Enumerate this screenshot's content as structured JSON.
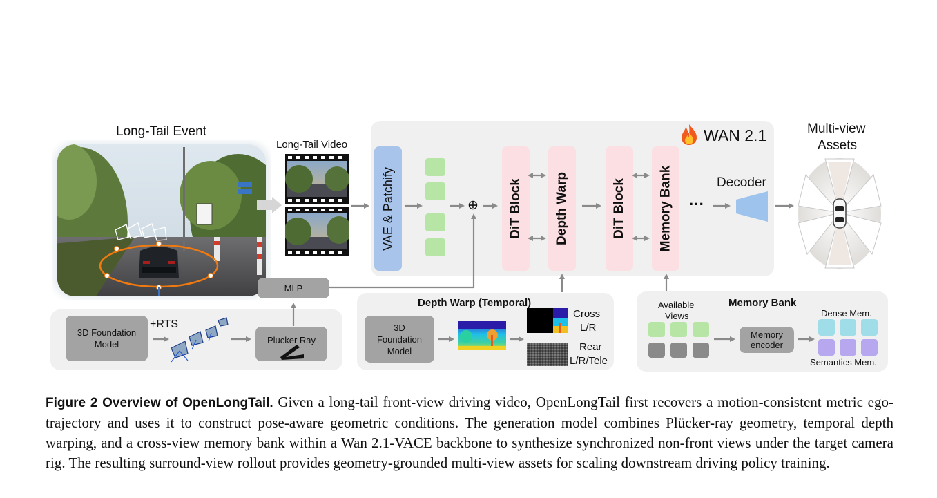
{
  "labels": {
    "long_tail_event": "Long-Tail Event",
    "long_tail_video": "Long-Tail Video",
    "multiview_assets_line1": "Multi-view",
    "multiview_assets_line2": "Assets",
    "wan": "WAN 2.1",
    "vae_patchify": "VAE & Patchify",
    "dit_block_1": "DiT Block",
    "depth_warp": "Depth Warp",
    "dit_block_2": "DiT Block",
    "memory_bank_block": "Memory Bank",
    "ellipsis": "···",
    "decoder": "Decoder",
    "plus": "⊕",
    "mlp": "MLP",
    "foundation_model_a": "3D Foundation Model",
    "rts": "+RTS",
    "plucker_ray": "Plucker Ray",
    "depth_warp_temporal": "Depth Warp (Temporal)",
    "foundation_model_b": "3D Foundation Model",
    "cross_lr_1": "Cross",
    "cross_lr_2": "L/R",
    "rear_1": "Rear",
    "rear_2": "L/R/Tele",
    "memory_bank_title": "Memory Bank",
    "available_views_1": "Available",
    "available_views_2": "Views",
    "memory_encoder_1": "Memory",
    "memory_encoder_2": "encoder",
    "dense_mem": "Dense Mem.",
    "semantics_mem": "Semantics Mem."
  },
  "caption": {
    "figure_label": "Figure 2  Overview of OpenLongTail.",
    "text": "Given a long-tail front-view driving video, OpenLongTail first recovers a motion-consistent metric ego-trajectory and uses it to construct pose-aware geometric conditions. The generation model combines Plücker-ray geometry, temporal depth warping, and a cross-view memory bank within a Wan 2.1-VACE backbone to synthesize synchronized non-front views under the target camera rig. The resulting surround-view rollout provides geometry-grounded multi-view assets for scaling downstream driving policy training."
  },
  "colors": {
    "vae": "#a9c4ea",
    "token": "#b7e5a5",
    "dit": "#fbdfe3",
    "panel": "#f0f0f0",
    "gray_box": "#a3a3a3",
    "arrow": "#8a8a8a",
    "decoder": "#9ec3ec",
    "dense_mem": "#9fdde8",
    "semantics_mem": "#b7a7ef"
  }
}
